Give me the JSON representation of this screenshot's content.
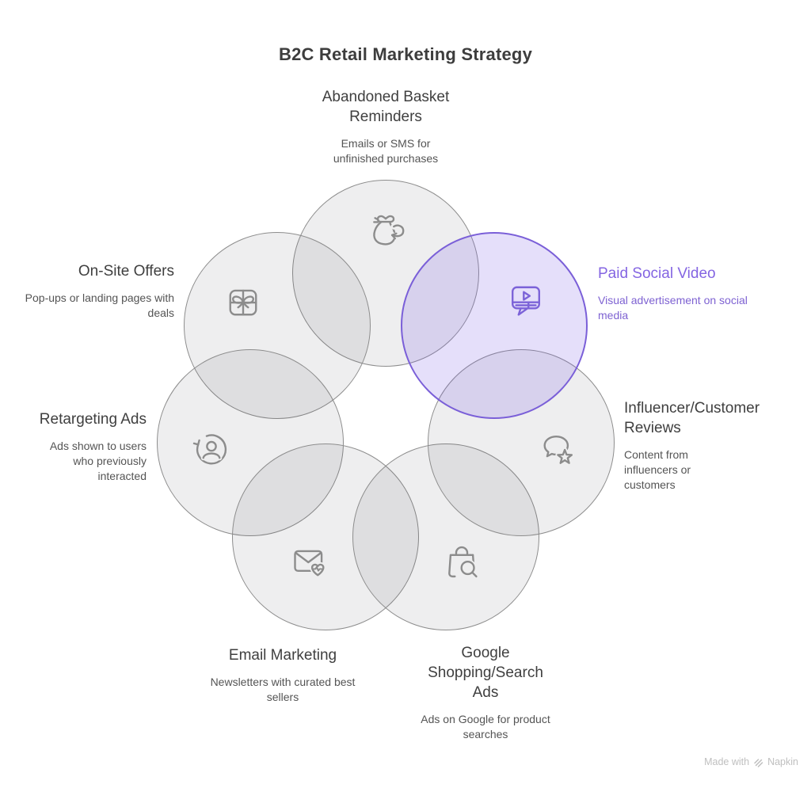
{
  "title": "B2C Retail Marketing Strategy",
  "nodes": {
    "abandoned": {
      "label": "Abandoned Basket Reminders",
      "description": "Emails or SMS for unfinished purchases",
      "icon": "money-bag-return-icon",
      "highlighted": false
    },
    "paid_social": {
      "label": "Paid Social Video",
      "description": "Visual advertisement on social media",
      "icon": "video-player-bubble-icon",
      "highlighted": true
    },
    "reviews": {
      "label": "Influencer/Customer Reviews",
      "description": "Content from influencers or customers",
      "icon": "chat-bubble-star-icon",
      "highlighted": false
    },
    "google": {
      "label": "Google Shopping/Search Ads",
      "description": "Ads on Google for product searches",
      "icon": "shopping-bag-search-icon",
      "highlighted": false
    },
    "email": {
      "label": "Email Marketing",
      "description": "Newsletters with curated best sellers",
      "icon": "envelope-heart-icon",
      "highlighted": false
    },
    "retargeting": {
      "label": "Retargeting Ads",
      "description": "Ads shown to users who previously interacted",
      "icon": "user-refresh-icon",
      "highlighted": false
    },
    "onsite": {
      "label": "On-Site Offers",
      "description": "Pop-ups or landing pages with deals",
      "icon": "gift-box-icon",
      "highlighted": false
    }
  },
  "watermark": {
    "prefix": "Made with",
    "brand": "Napkin"
  },
  "colors": {
    "highlight_stroke": "#7a5fd8",
    "highlight_fill": "#e5dffa",
    "highlight_title_text": "#8465e2",
    "highlight_desc_text": "#7e62d2",
    "circle_stroke": "#8d8d8d",
    "circle_fill": "#eeeeee",
    "icon_stroke": "#8c8c8c",
    "title_text": "#3d3d3d",
    "label_text": "#3f3f3f",
    "description_text": "#545454",
    "watermark_text": "#bfbfbf"
  }
}
